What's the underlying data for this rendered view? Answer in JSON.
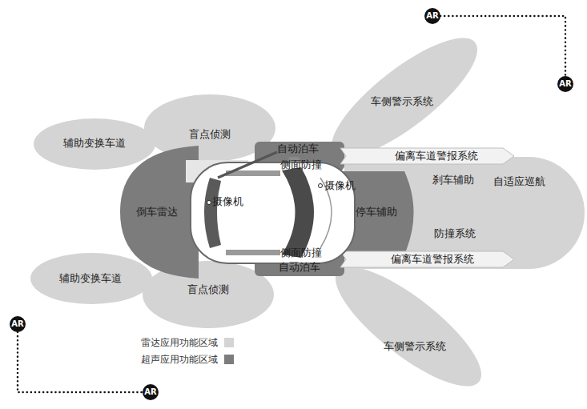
{
  "diagram": {
    "nodes": [
      {
        "text": [
          "AR"
        ]
      },
      {
        "text": [
          "AR"
        ]
      },
      {
        "text": [
          "车侧警示系统"
        ]
      },
      {
        "text": [
          "辅助变换车道"
        ]
      },
      {
        "text": [
          "盲点侦测"
        ]
      },
      {
        "text": [
          "自动泊车"
        ]
      },
      {
        "text": [
          "侧面防撞"
        ]
      },
      {
        "text": [
          "偏离车道警报系统"
        ]
      },
      {
        "text": [
          "刹车辅助"
        ]
      },
      {
        "text": [
          "自适应巡航"
        ]
      },
      {
        "text": [
          "倒车雷达"
        ]
      },
      {
        "text": [
          "停车辅助"
        ]
      },
      {
        "text": [
          "防撞系统"
        ]
      },
      {
        "text": [
          "偏离车道警报系统"
        ]
      },
      {
        "text": [
          "辅助变换车道"
        ]
      },
      {
        "text": [
          "侧面防撞"
        ]
      },
      {
        "text": [
          "自动泊车"
        ]
      },
      {
        "text": [
          "盲点侦测"
        ]
      },
      {
        "text": [
          "车侧警示系统"
        ]
      },
      {
        "text": [
          "AR"
        ]
      },
      {
        "text": [
          "AR"
        ]
      }
    ],
    "edges": [
      {
        "from": 0,
        "to": 1,
        "arrow": "none"
      },
      {
        "from": 19,
        "to": 20,
        "arrow": "none"
      }
    ],
    "labels": [
      "摄像机",
      "摄像机"
    ],
    "legend": [
      {
        "text": "雷达应用功能区域",
        "color": "#d4d4d4"
      },
      {
        "text": "超声应用功能区域",
        "color": "#7c7c7c"
      }
    ]
  }
}
